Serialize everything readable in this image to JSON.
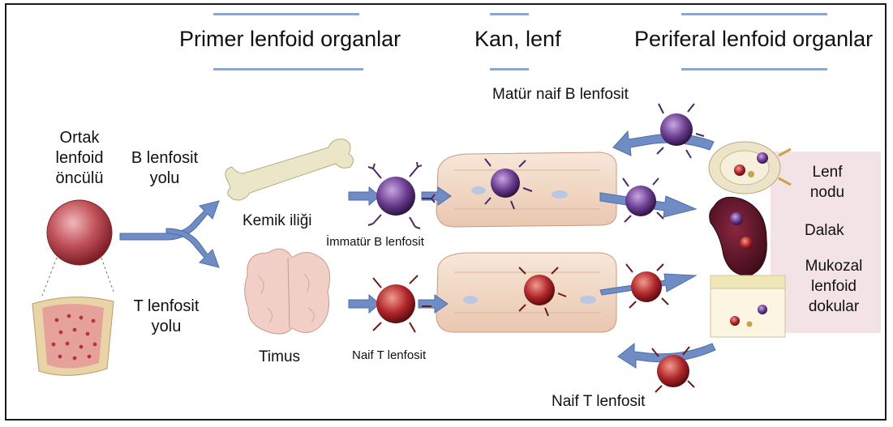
{
  "headers": {
    "primary": "Primer lenfoid organlar",
    "blood": "Kan, lenf",
    "peripheral": "Periferal lenfoid organlar"
  },
  "labels": {
    "common_progenitor": [
      "Ortak",
      "lenfoid",
      "öncülü"
    ],
    "b_path": [
      "B lenfosit",
      "yolu"
    ],
    "t_path": [
      "T lenfosit",
      "yolu"
    ],
    "bone_marrow": "Kemik iliği",
    "thymus": "Timus",
    "immature_b": "İmmatür B lenfosit",
    "naive_t_small": "Naif T lenfosit",
    "mature_naive_b": "Matür naif B lenfosit",
    "naive_t": "Naif T lenfosit",
    "lymph_node": [
      "Lenf",
      "nodu"
    ],
    "spleen": "Dalak",
    "mucosal": [
      "Mukozal",
      "lenfoid",
      "dokular"
    ]
  },
  "colors": {
    "header_bar": "#8fa6cf",
    "arrow": "#6f8cc4",
    "b_cell": "#6a3d8f",
    "t_cell": "#b0262a",
    "vessel": "#f1dccb",
    "panel": "#f3e3e6"
  }
}
